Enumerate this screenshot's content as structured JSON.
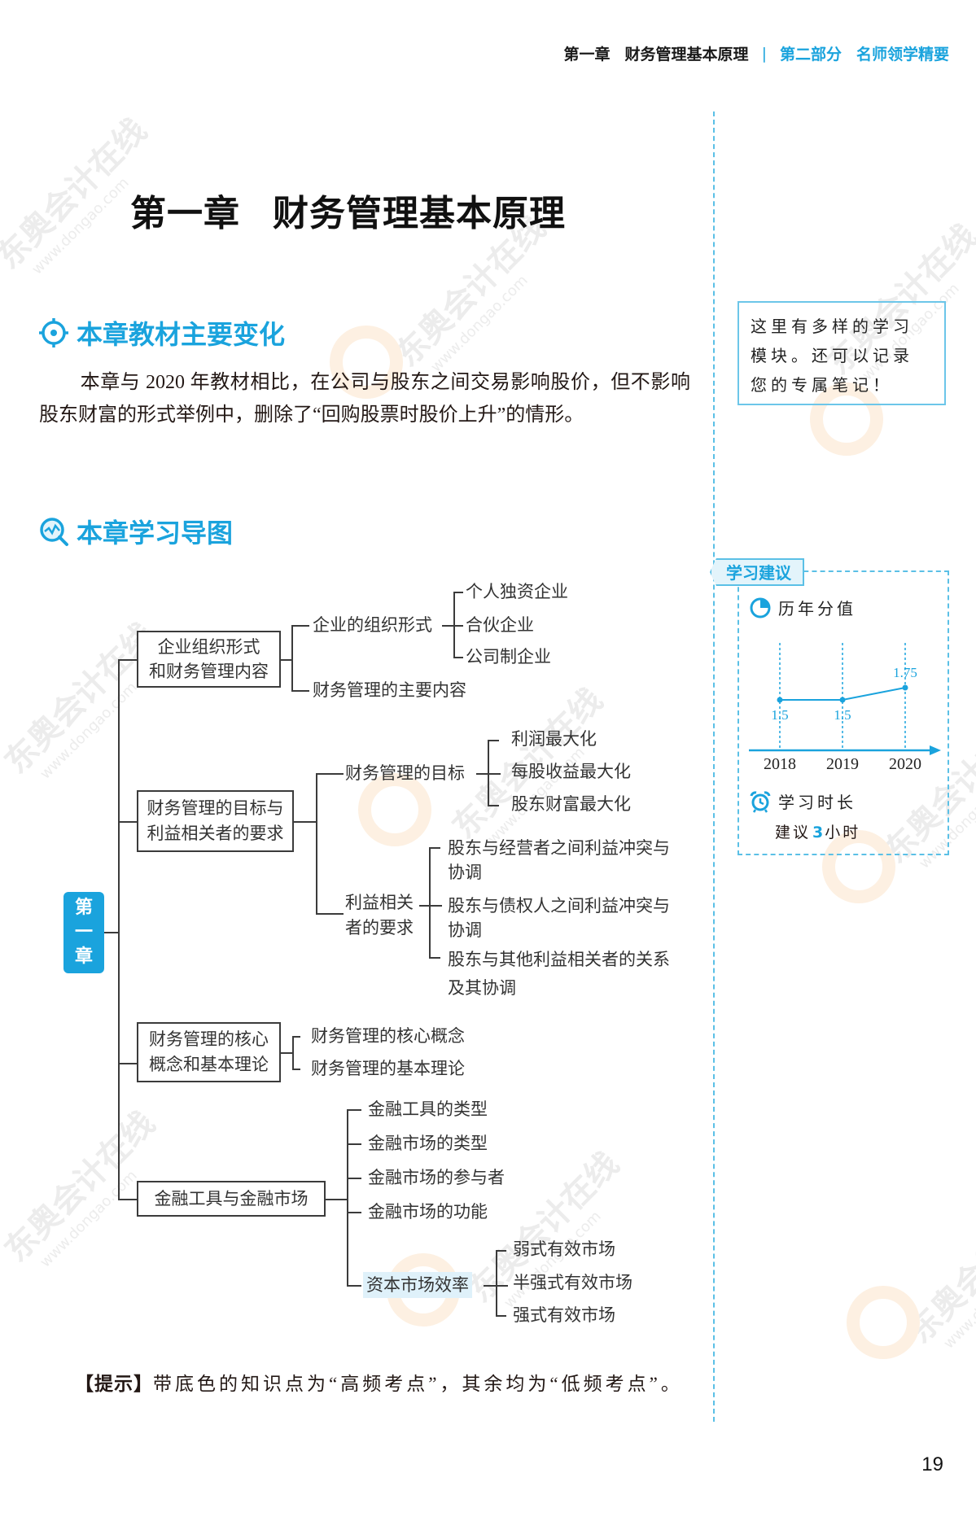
{
  "header": {
    "chapter": "第一章",
    "chapter_name": "财务管理基本原理",
    "separator": "|",
    "part": "第二部分",
    "part_name": "名师领学精要"
  },
  "title": {
    "chapter": "第一章",
    "name": "财务管理基本原理"
  },
  "section_changes": {
    "icon": "target-icon",
    "heading": "本章教材主要变化",
    "paragraph": "本章与 2020 年教材相比，在公司与股东之间交易影响股价，但不影响股东财富的形式举例中，删除了“回购股票时股价上升”的情形。"
  },
  "section_map": {
    "icon": "magnifier-chart-icon",
    "heading": "本章学习导图"
  },
  "note_box": {
    "text": "这里有多样的学习模块。还可以记录您的专属笔记！"
  },
  "advice": {
    "tab_label": "学习建议",
    "score_label": "历年分值",
    "score_icon": "pie-chart-icon",
    "time_label": "学习时长",
    "time_icon": "alarm-clock-icon",
    "suggest_prefix": "建议",
    "suggest_hours": "3",
    "suggest_suffix": "小时",
    "accent_color": "#1aa3dd"
  },
  "chart_data": {
    "type": "line",
    "title": "历年分值",
    "categories": [
      "2018",
      "2019",
      "2020"
    ],
    "values": [
      1.5,
      1.5,
      1.75
    ],
    "value_labels": [
      "1.5",
      "1.5",
      "1.75"
    ],
    "xlabel": "",
    "ylabel": "",
    "grid": "vertical dashed lines per year",
    "color": "#1aa3dd"
  },
  "mindmap": {
    "root": [
      "第",
      "一",
      "章"
    ],
    "branches": [
      {
        "label": "企业组织形式和财务管理内容",
        "line1": "企业组织形式",
        "line2": "和财务管理内容",
        "children": [
          {
            "label": "企业的组织形式",
            "children": [
              "个人独资企业",
              "合伙企业",
              "公司制企业"
            ]
          },
          {
            "label": "财务管理的主要内容"
          }
        ]
      },
      {
        "label": "财务管理的目标与利益相关者的要求",
        "line1": "财务管理的目标与",
        "line2": "利益相关者的要求",
        "children": [
          {
            "label": "财务管理的目标",
            "children": [
              "利润最大化",
              "每股收益最大化",
              "股东财富最大化"
            ]
          },
          {
            "label": "利益相关者的要求",
            "line1": "利益相关",
            "line2": "者的要求",
            "children": [
              "股东与经营者之间利益冲突与协调",
              "股东与债权人之间利益冲突与协调",
              "股东与其他利益相关者的关系及其协调"
            ]
          }
        ]
      },
      {
        "label": "财务管理的核心概念和基本理论",
        "line1": "财务管理的核心",
        "line2": "概念和基本理论",
        "children": [
          {
            "label": "财务管理的核心概念"
          },
          {
            "label": "财务管理的基本理论"
          }
        ]
      },
      {
        "label": "金融工具与金融市场",
        "children": [
          {
            "label": "金融工具的类型"
          },
          {
            "label": "金融市场的类型"
          },
          {
            "label": "金融市场的参与者"
          },
          {
            "label": "金融市场的功能"
          },
          {
            "label": "资本市场效率",
            "highlighted": true,
            "children": [
              "弱式有效市场",
              "半强式有效市场",
              "强式有效市场"
            ]
          }
        ]
      }
    ]
  },
  "tip": {
    "label": "【提示】",
    "text": "带底色的知识点为“高频考点”，其余均为“低频考点”。"
  },
  "page_number": "19",
  "watermark": {
    "brand": "东奥会计在线",
    "url": "www.dongao.com"
  }
}
